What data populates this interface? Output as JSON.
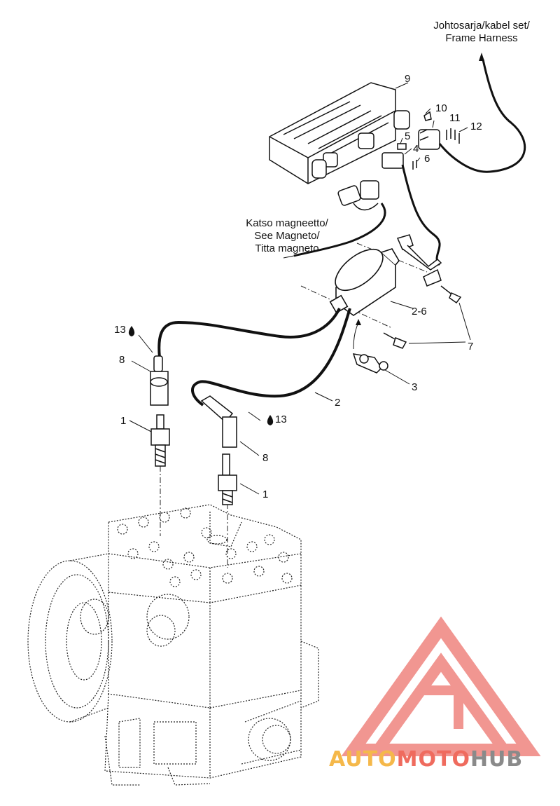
{
  "callouts": {
    "harness": [
      "Johtosarja/kabel set/",
      "Frame Harness"
    ],
    "magneto": [
      "Katso magneetto/",
      "See Magneto/",
      "Titta magneto"
    ]
  },
  "labels": {
    "p9": "9",
    "p10": "10",
    "p11": "11",
    "p12": "12",
    "p5": "5",
    "p4": "4",
    "p6": "6",
    "p2_6": "2-6",
    "p7": "7",
    "p3": "3",
    "p2": "2",
    "p13a": "13",
    "p13b": "13",
    "p8a": "8",
    "p8b": "8",
    "p1a": "1",
    "p1b": "1"
  },
  "watermark": {
    "part1": "AUTO",
    "part2": "MOTO",
    "part3": "HUB",
    "color_light": "#f5b84a",
    "color_red": "#ef6b5e",
    "color_gray": "#8a8a8a"
  },
  "symbols": {
    "drop": "drop-icon"
  }
}
